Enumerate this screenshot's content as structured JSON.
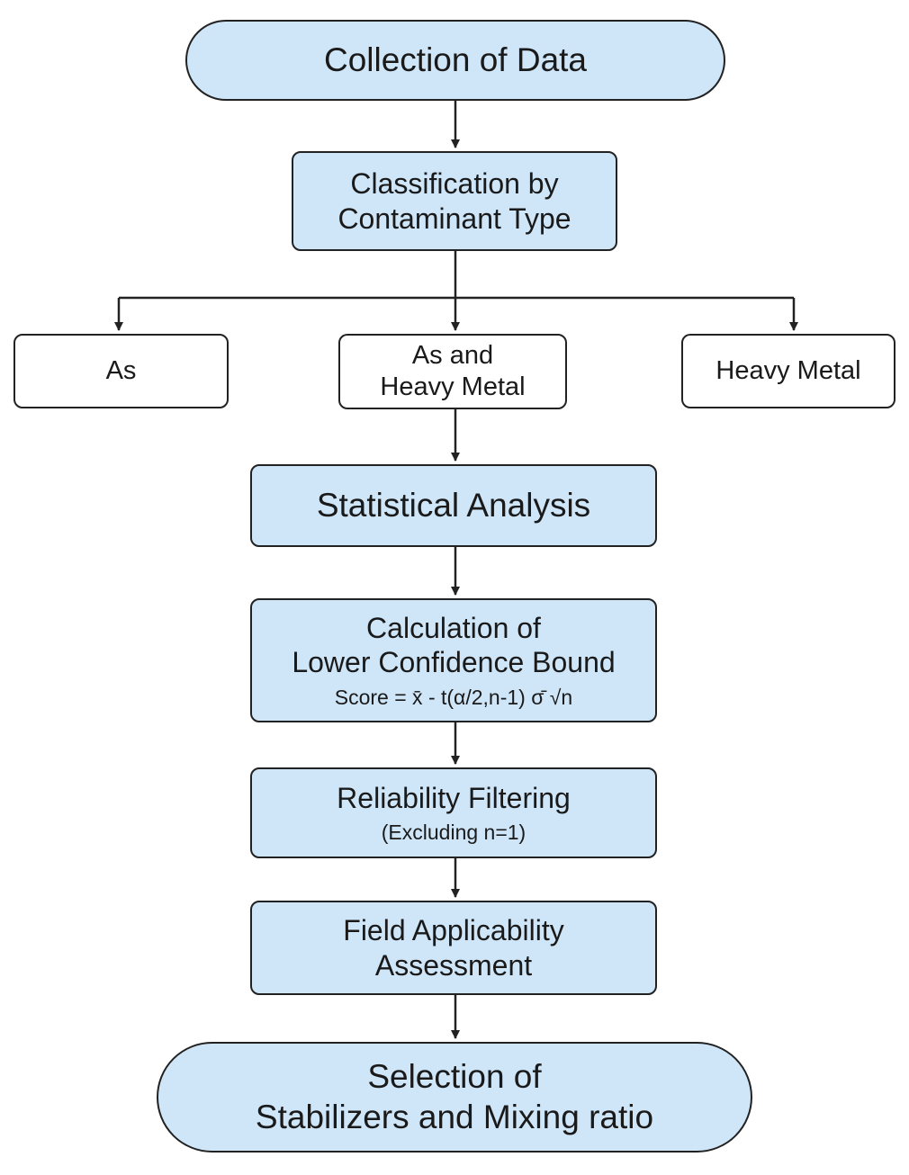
{
  "nodes": {
    "collection": {
      "lines": [
        "Collection of Data"
      ]
    },
    "classification": {
      "lines": [
        "Classification by",
        "Contaminant Type"
      ]
    },
    "as": {
      "lines": [
        "As"
      ]
    },
    "as_heavy": {
      "lines": [
        "As and",
        "Heavy Metal"
      ]
    },
    "heavy": {
      "lines": [
        "Heavy Metal"
      ]
    },
    "statistical": {
      "lines": [
        "Statistical Analysis"
      ]
    },
    "lcb": {
      "lines": [
        "Calculation of",
        "Lower Confidence Bound"
      ],
      "formula": "Score = x̄ - t(α/2,n-1) σ̄ √n"
    },
    "reliability": {
      "lines": [
        "Reliability Filtering"
      ],
      "note": "(Excluding n=1)"
    },
    "field": {
      "lines": [
        "Field Applicability",
        "Assessment"
      ]
    },
    "selection": {
      "lines": [
        "Selection of",
        "Stabilizers and Mixing ratio"
      ]
    }
  },
  "colors": {
    "box_fill": "#cfe6f9",
    "plain_fill": "#ffffff",
    "stroke": "#222222"
  }
}
